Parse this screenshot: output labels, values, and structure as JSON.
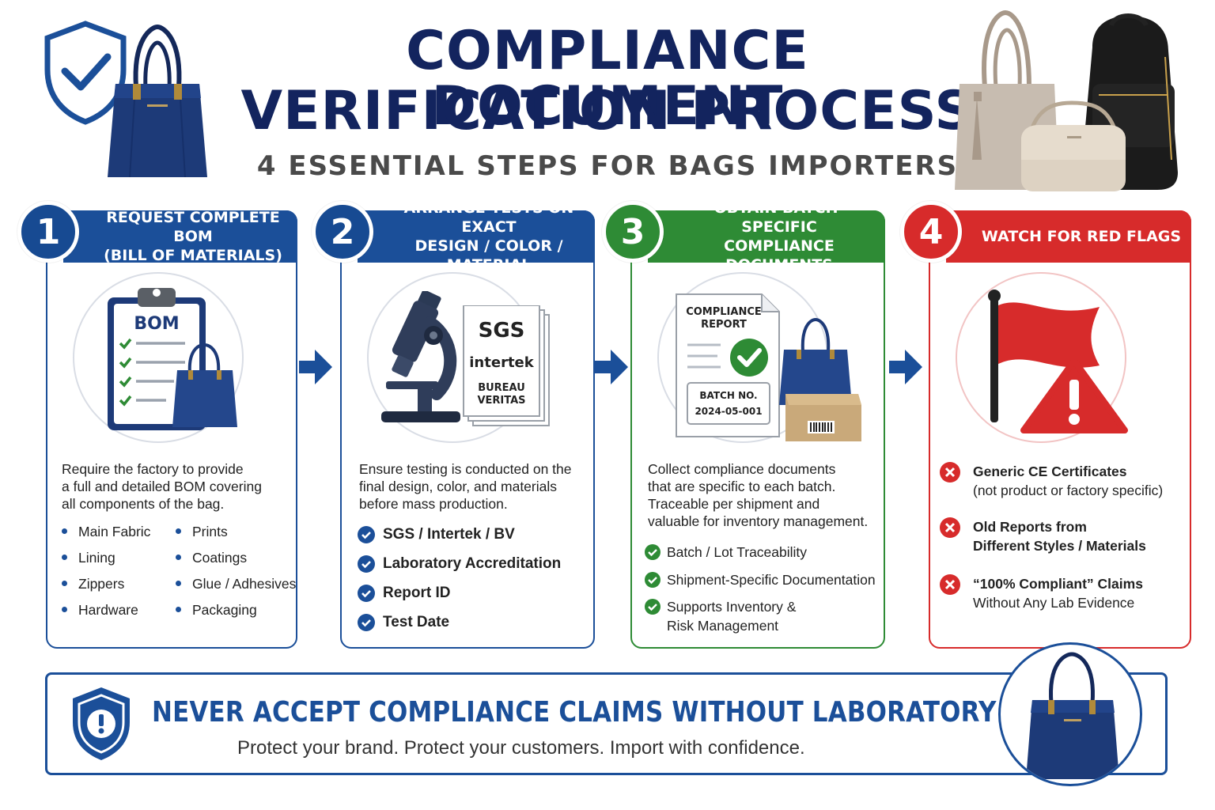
{
  "header": {
    "title_line1": "COMPLIANCE DOCUMENT",
    "title_line2": "VERIFICATION PROCESS",
    "subtitle": "4 ESSENTIAL STEPS FOR BAGS IMPORTERS"
  },
  "colors": {
    "navy": "#13245e",
    "blue": "#1b4f99",
    "green": "#2e8b35",
    "red": "#d72b2b"
  },
  "steps": [
    {
      "number": "1",
      "title_line1": "REQUEST COMPLETE BOM",
      "title_line2": "(BILL OF MATERIALS)",
      "illustration_label": "BOM",
      "description": [
        "Require the factory to provide",
        "a full and detailed BOM covering",
        "all components of the bag."
      ],
      "items_left": [
        "Main Fabric",
        "Lining",
        "Zippers",
        "Hardware"
      ],
      "items_right": [
        "Prints",
        "Coatings",
        "Glue / Adhesives",
        "Packaging"
      ],
      "icon": "clipboard-icon"
    },
    {
      "number": "2",
      "title_line1": "ARRANGE TESTS ON EXACT",
      "title_line2": "DESIGN / COLOR / MATERIAL",
      "lab_logos": [
        "SGS",
        "intertek",
        "BUREAU",
        "VERITAS"
      ],
      "description": [
        "Ensure testing is conducted on the",
        "final design, color, and materials",
        "before mass production."
      ],
      "checks": [
        "SGS / Intertek / BV",
        "Laboratory Accreditation",
        "Report ID",
        "Test Date"
      ],
      "icon": "microscope-icon"
    },
    {
      "number": "3",
      "title_line1": "OBTAIN BATCH-SPECIFIC",
      "title_line2": "COMPLIANCE DOCUMENTS",
      "report_title_line1": "COMPLIANCE",
      "report_title_line2": "REPORT",
      "batch_label": "BATCH NO.",
      "batch_value": "2024-05-001",
      "description": [
        "Collect compliance documents",
        "that are specific to each batch.",
        "Traceable per shipment and",
        "valuable for inventory management."
      ],
      "checks": [
        [
          "Batch / Lot Traceability"
        ],
        [
          "Shipment-Specific Documentation"
        ],
        [
          "Supports Inventory &",
          "Risk Management"
        ]
      ],
      "icon": "report-icon"
    },
    {
      "number": "4",
      "title": "WATCH FOR RED FLAGS",
      "flags": [
        {
          "bold": "Generic CE Certificates",
          "normal": "(not product or factory specific)"
        },
        {
          "bold": "Old Reports from",
          "normal": "Different Styles / Materials",
          "second_bold": true
        },
        {
          "bold": "“100% Compliant” Claims",
          "normal": "Without Any Lab Evidence"
        }
      ],
      "icon": "red-flag-icon"
    }
  ],
  "footer": {
    "headline": "NEVER ACCEPT COMPLIANCE CLAIMS WITHOUT LABORATORY EVIDENCE",
    "subline": "Protect your brand. Protect your customers. Import with confidence."
  }
}
